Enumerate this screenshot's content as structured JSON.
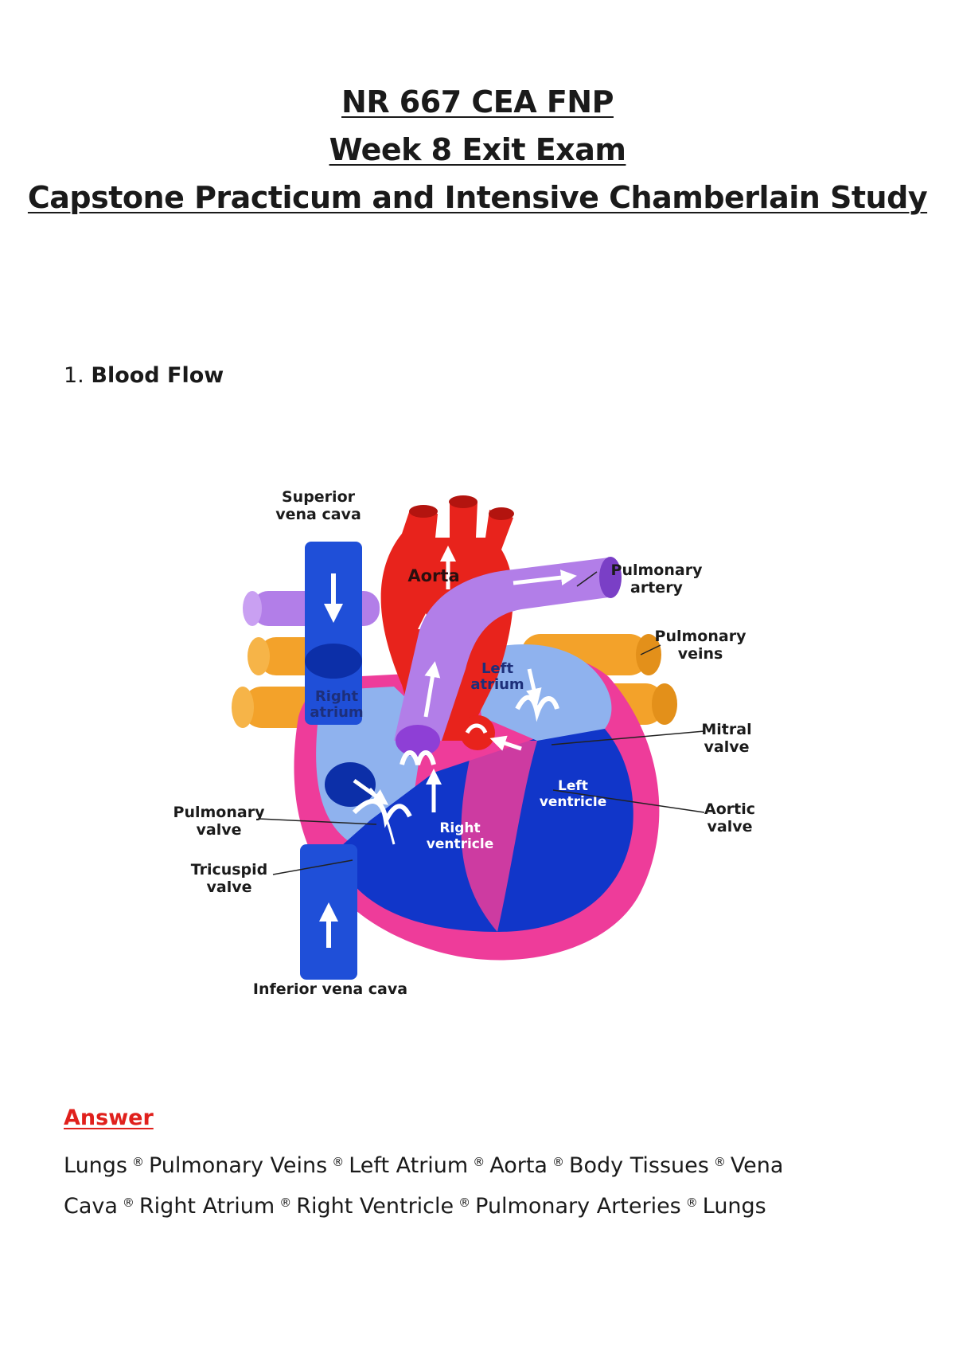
{
  "header": {
    "line1": "NR 667 CEA FNP",
    "line2": "Week 8 Exit Exam",
    "line3": "Capstone Practicum and Intensive Chamberlain Study"
  },
  "question": {
    "number": "1.",
    "title": "Blood Flow"
  },
  "diagram": {
    "labels": {
      "superior_vena_cava": [
        "Superior",
        "vena cava"
      ],
      "aorta": "Aorta",
      "pulmonary_artery": [
        "Pulmonary",
        "artery"
      ],
      "pulmonary_veins": [
        "Pulmonary",
        "veins"
      ],
      "left_atrium": [
        "Left",
        "atrium"
      ],
      "right_atrium": [
        "Right",
        "atrium"
      ],
      "mitral_valve": [
        "Mitral",
        "valve"
      ],
      "aortic_valve": [
        "Aortic",
        "valve"
      ],
      "pulmonary_valve": [
        "Pulmonary",
        "valve"
      ],
      "tricuspid_valve": [
        "Tricuspid",
        "valve"
      ],
      "left_ventricle": [
        "Left",
        "ventricle"
      ],
      "right_ventricle": [
        "Right",
        "ventricle"
      ],
      "inferior_vena_cava": "Inferior vena cava"
    },
    "colors": {
      "deoxygenated": "#1f4fd8",
      "oxygenated": "#e8231c",
      "pulmonary_artery": "#b27ee8",
      "pulmonary_veins": "#f3a22a",
      "heart_wall": "#ee3c9a",
      "chamber_light": "#8fb2ee",
      "chamber_dark": "#1136c9"
    }
  },
  "answer": {
    "label": "Answer",
    "separator": "®",
    "steps": [
      "Lungs",
      "Pulmonary Veins",
      "Left Atrium",
      "Aorta",
      "Body Tissues",
      "Vena Cava",
      "Right Atrium",
      "Right Ventricle",
      "Pulmonary Arteries",
      "Lungs"
    ]
  }
}
